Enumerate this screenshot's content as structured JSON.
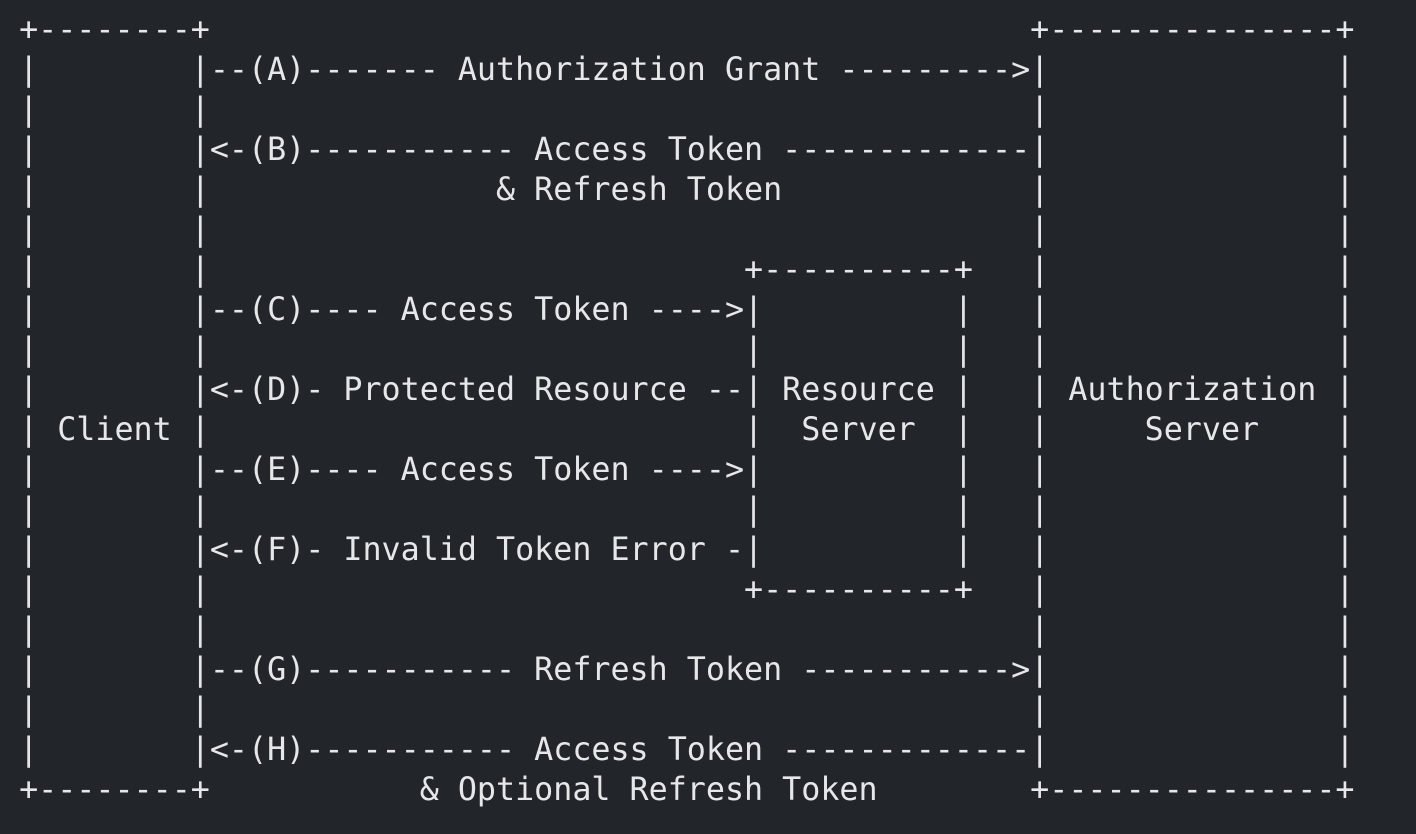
{
  "diagram": {
    "lines": [
      " +--------+                                           +---------------+",
      " |        |--(A)------- Authorization Grant --------->|               |",
      " |        |                                           |               |",
      " |        |<-(B)----------- Access Token -------------|               |",
      " |        |               & Refresh Token             |               |",
      " |        |                                           |               |",
      " |        |                            +----------+   |               |",
      " |        |--(C)---- Access Token ---->|          |   |               |",
      " |        |                            |          |   |               |",
      " |        |<-(D)- Protected Resource --| Resource |   | Authorization |",
      " | Client |                            |  Server  |   |     Server    |",
      " |        |--(E)---- Access Token ---->|          |   |               |",
      " |        |                            |          |   |               |",
      " |        |<-(F)- Invalid Token Error -|          |   |               |",
      " |        |                            +----------+   |               |",
      " |        |                                           |               |",
      " |        |--(G)----------- Refresh Token ----------->|               |",
      " |        |                                           |               |",
      " |        |<-(H)----------- Access Token -------------|               |",
      " +--------+           & Optional Refresh Token        +---------------+"
    ]
  }
}
